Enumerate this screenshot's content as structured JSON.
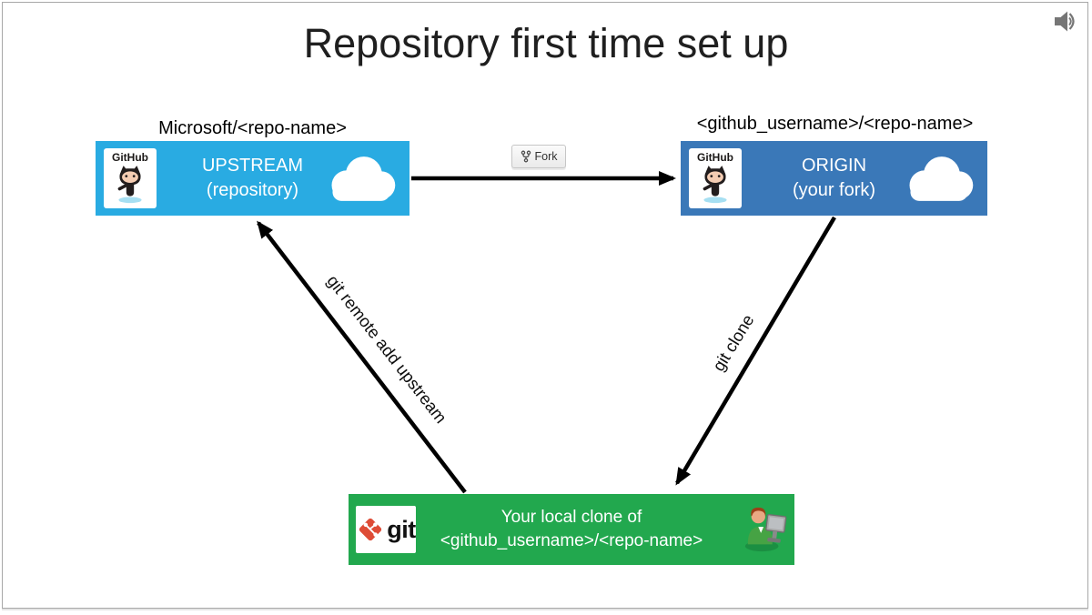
{
  "slide": {
    "title": "Repository first time set up"
  },
  "colors": {
    "upstream_box": "#29abe2",
    "origin_box": "#3a78b8",
    "local_box": "#22a84e",
    "arrow": "#000000",
    "title_text": "#1f1f1f"
  },
  "upstream": {
    "caption": "Microsoft/<repo-name>",
    "name": "UPSTREAM",
    "subtitle": "(repository)",
    "badge_label": "GitHub"
  },
  "origin": {
    "caption": "<github_username>/<repo-name>",
    "name": "ORIGIN",
    "subtitle": "(your fork)",
    "badge_label": "GitHub"
  },
  "local": {
    "line1": "Your local clone of",
    "line2": "<github_username>/<repo-name>",
    "badge_label": "git"
  },
  "fork_button": {
    "label": "Fork"
  },
  "arrow_labels": {
    "clone": "git clone",
    "remote_add": "git remote add upstream"
  },
  "icons": {
    "speaker": "audio-speaker-icon",
    "cloud": "cloud-icon",
    "octocat": "github-octocat-icon",
    "git_logo": "git-logo-icon",
    "person": "person-at-computer-icon",
    "fork": "fork-glyph-icon"
  }
}
